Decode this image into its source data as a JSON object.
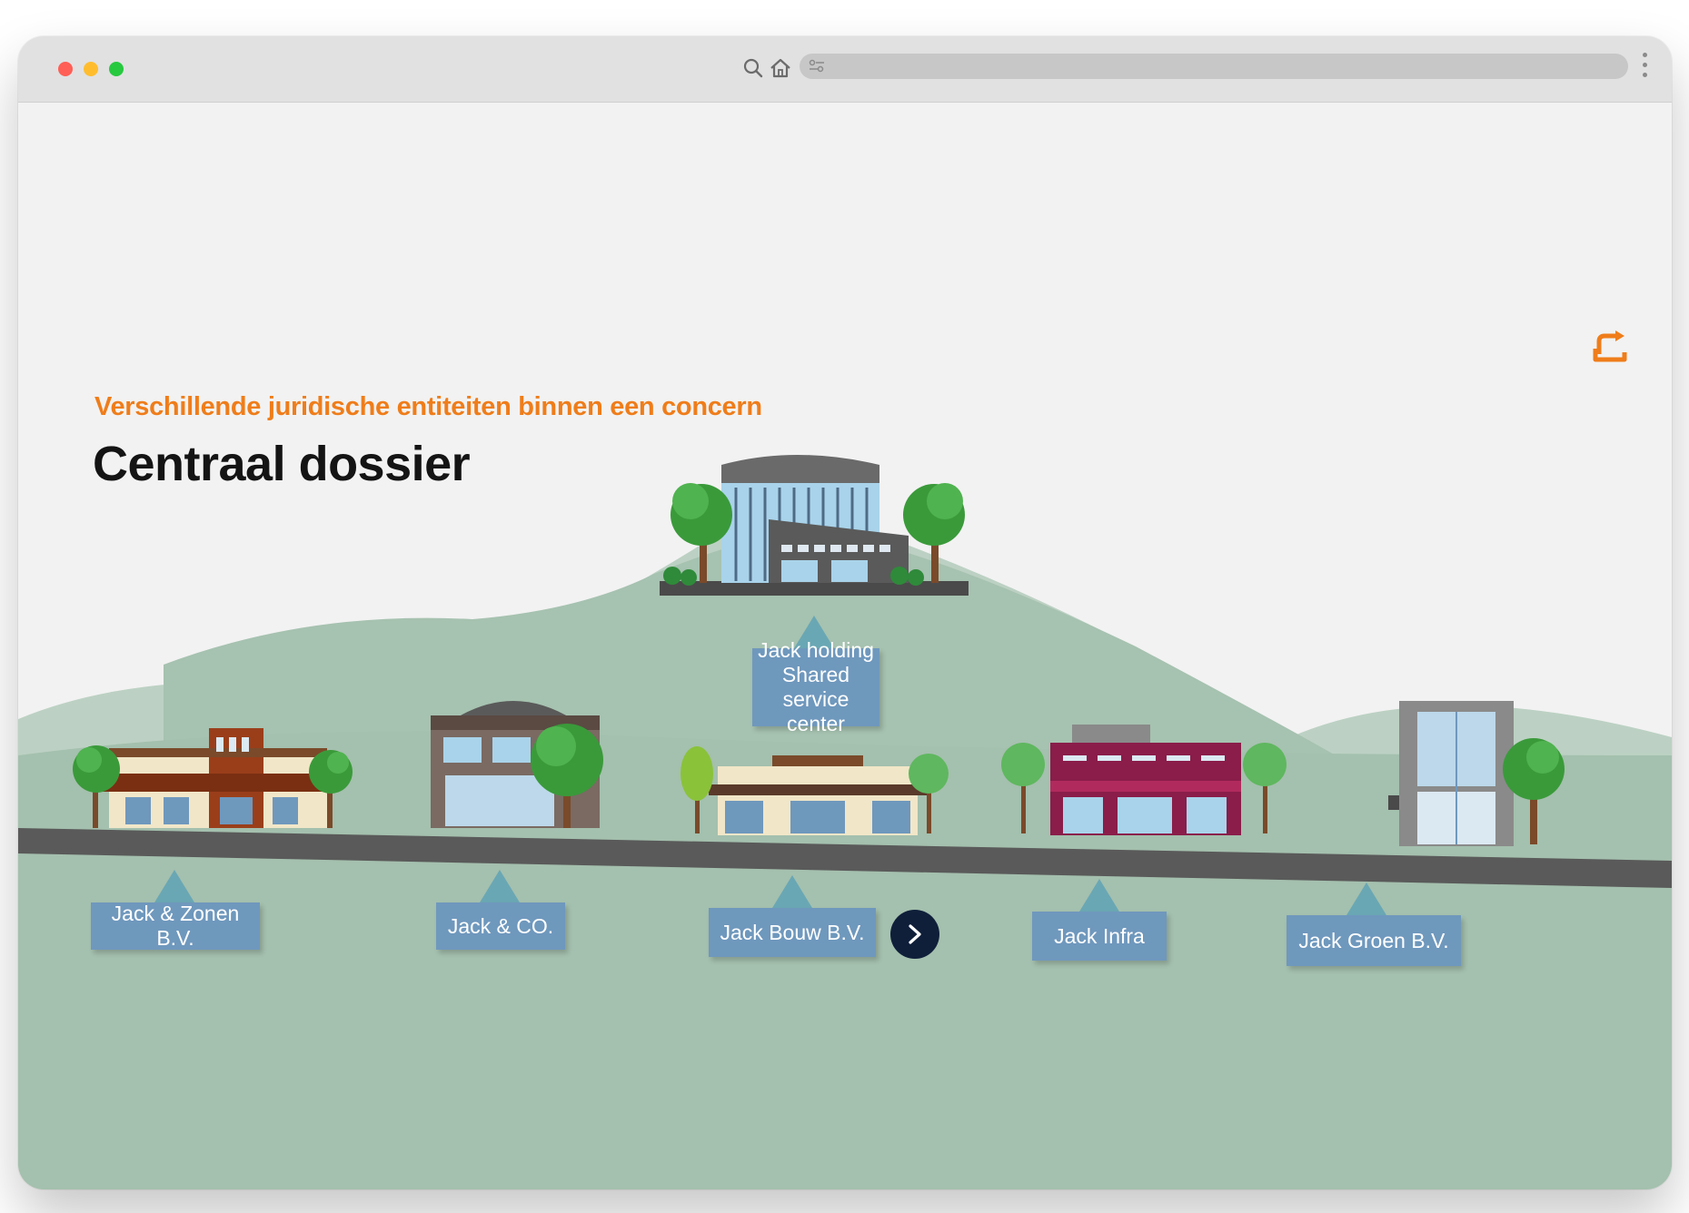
{
  "header": {
    "subtitle": "Verschillende juridische entiteiten binnen een concern",
    "title": "Centraal dossier"
  },
  "browser": {
    "icons": [
      "search-icon",
      "home-icon",
      "site-settings-icon",
      "more-menu-icon"
    ]
  },
  "entities": {
    "holding": {
      "line1": "Jack holding",
      "line2": "Shared service",
      "line3": "center"
    },
    "items": [
      {
        "label": "Jack & Zonen B.V."
      },
      {
        "label": "Jack & CO."
      },
      {
        "label": "Jack Bouw B.V."
      },
      {
        "label": "Jack Infra"
      },
      {
        "label": "Jack Groen B.V."
      }
    ]
  },
  "colors": {
    "accent": "#ef7d1a",
    "label_bg": "#6f98bd",
    "pointer": "#6aa7b4",
    "hill_back": "#bcd1c3",
    "hill_front": "#a4c0ae",
    "road": "#5a5a5a",
    "next_button": "#0f1f3a"
  }
}
